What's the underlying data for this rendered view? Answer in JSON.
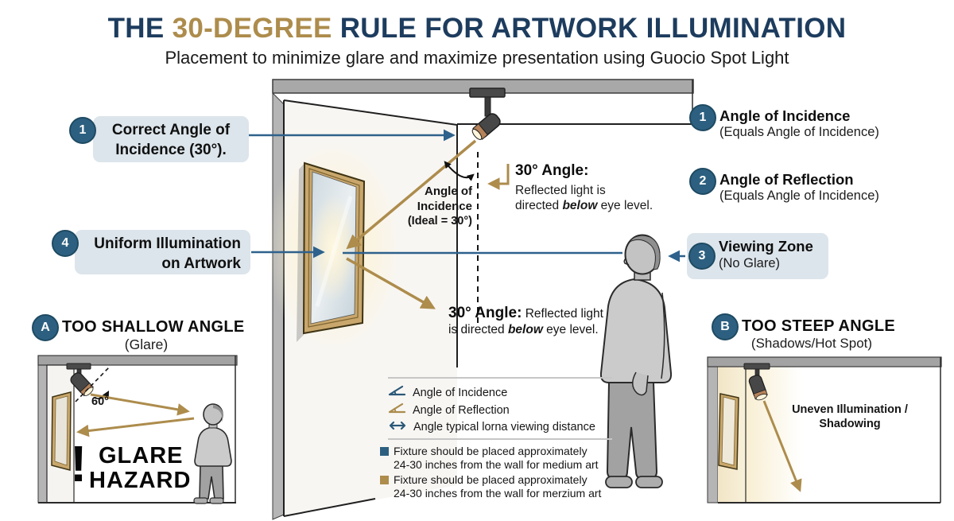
{
  "title": {
    "part1": "THE ",
    "highlight": "30-DEGREE",
    "part2": " RULE FOR ARTWORK ILLUMINATION"
  },
  "subtitle": "Placement to minimize glare and maximize presentation using Guocio Spot Light",
  "colors": {
    "navy_title": "#1d3c5e",
    "gold_accent": "#ad8c4c",
    "callout_background": "#dce5eb",
    "number_badge": "#2d6080",
    "arrow_blue": "#2e618c",
    "arrow_gold": "#ad8c4c",
    "ceiling_gray": "#a8a8a8",
    "warning_black": "#070707"
  },
  "left_callouts": [
    {
      "number": "1",
      "line1": "Correct Angle of",
      "line2": "Incidence (30°)."
    },
    {
      "number": "4",
      "line1": "Uniform Illumination",
      "line2": "on Artwork"
    }
  ],
  "right_callouts": [
    {
      "number": "1",
      "title": "Angle of Incidence",
      "subtitle": "(Equals Angle of Incidence)"
    },
    {
      "number": "2",
      "title": "Angle of Reflection",
      "subtitle": "(Equals Angle of Incidence)"
    },
    {
      "number": "3",
      "title": "Viewing Zone",
      "subtitle": "(No Glare)"
    }
  ],
  "center": {
    "incidence_label": {
      "line1": "Angle of",
      "line2": "Incidence",
      "line3": "(Ideal = 30°)"
    },
    "upper_note": {
      "heading": "30° Angle:",
      "line1": "Reflected light is",
      "line2_pre": "directed ",
      "line2_emph": "below",
      "line2_post": " eye level."
    },
    "lower_note": {
      "heading": "30° Angle:",
      "pre": " Reflected light is directed ",
      "emph": "below",
      "post": " eye level."
    }
  },
  "legend": {
    "items": [
      {
        "icon": "angle-incidence-icon",
        "label": "Angle of Incidence"
      },
      {
        "icon": "angle-reflection-icon",
        "label": "Angle of Reflection"
      },
      {
        "icon": "viewing-distance-arrow-icon",
        "label": "Angle typical lorna viewing distance"
      }
    ],
    "notes": [
      {
        "bullet_color": "#2d6080",
        "line1": "Fixture should be placed approximately",
        "line2": "24-30 inches from the wall for medium art"
      },
      {
        "bullet_color": "#ad8c4c",
        "line1": "Fixture should be placed approximately",
        "line2": "24-30 inches from the wall for merzium art"
      }
    ]
  },
  "section_a": {
    "letter": "A",
    "title": "TOO SHALLOW ANGLE",
    "subtitle": "(Glare)",
    "angle_label": "60°",
    "warning_mark": "!",
    "warning_line1": "GLARE",
    "warning_line2": "HAZARD"
  },
  "section_b": {
    "letter": "B",
    "title": "TOO STEEP ANGLE",
    "subtitle": "(Shadows/Hot Spot)",
    "note_line1": "Uneven Illumination /",
    "note_line2": "Shadowing"
  }
}
